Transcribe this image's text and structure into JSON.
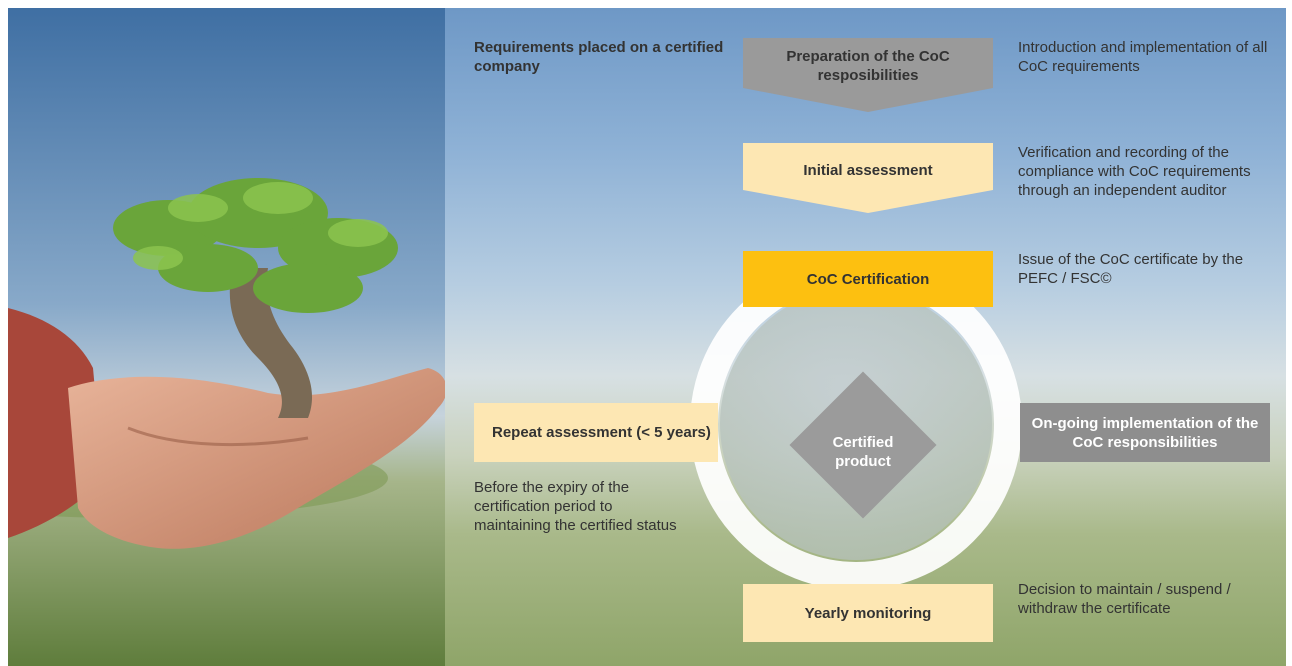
{
  "requirements_heading": "Requirements placed on a certified company",
  "steps": {
    "preparation": {
      "label": "Preparation of the CoC resposibilities",
      "description": "Introduction and implementation of all CoC requirements",
      "color": "#9a9a9a"
    },
    "initial": {
      "label": "Initial assessment",
      "description": "Verification and recording of the compliance with CoC requirements through an independent auditor",
      "color": "#fde7b3"
    },
    "certification": {
      "label": "CoC Certification",
      "description": "Issue of the CoC certificate by the PEFC / FSC©",
      "color": "#fdc010"
    },
    "ongoing": {
      "label": "On-going implementation of the CoC responsibilities",
      "color": "#8e8e8e"
    },
    "yearly": {
      "label": "Yearly monitoring",
      "description": "Decision to maintain / suspend / withdraw the certificate",
      "color": "#fde7b3"
    },
    "repeat": {
      "label": "Repeat assessment (< 5 years)",
      "description": "Before the expiry of the certification period to maintaining the certified status",
      "color": "#fde7b3"
    }
  },
  "center": {
    "label": "Certified product",
    "color": "#9b9b9b"
  }
}
